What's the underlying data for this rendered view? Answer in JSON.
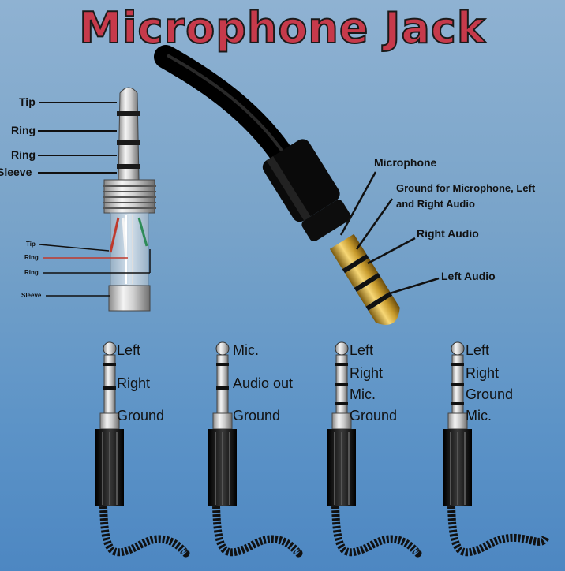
{
  "title": "Microphone Jack",
  "top_left_diagram": {
    "labels": [
      "Tip",
      "Ring",
      "Ring",
      "Sleeve"
    ],
    "wire_labels": [
      "Tip",
      "Ring",
      "Ring",
      "Sleeve"
    ]
  },
  "main_plug": {
    "labels": [
      "Microphone",
      "Ground for Microphone, Left",
      "and Right Audio",
      "Right Audio",
      "Left Audio"
    ]
  },
  "plugs": [
    {
      "labels": [
        "Left",
        "Right",
        "Ground"
      ]
    },
    {
      "labels": [
        "Mic.",
        "Audio out",
        "Ground"
      ]
    },
    {
      "labels": [
        "Left",
        "Right",
        "Mic.",
        "Ground"
      ]
    },
    {
      "labels": [
        "Left",
        "Right",
        "Ground",
        "Mic."
      ]
    }
  ]
}
